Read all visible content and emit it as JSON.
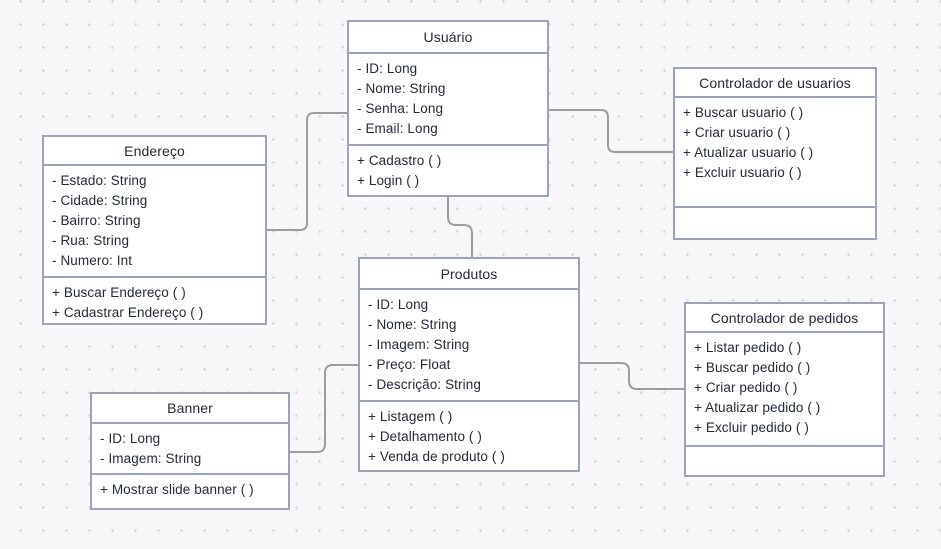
{
  "diagram": {
    "colors": {
      "background": "#f7f7f9",
      "dot_grid": "#d9dade",
      "box_fill": "#ffffff",
      "box_border": "#9aa3b8",
      "connector": "#9a9ca0",
      "text": "#232a38"
    },
    "classes": [
      {
        "id": "usuario",
        "title": "Usuário",
        "attributes": [
          "- ID: Long",
          "- Nome: String",
          "- Senha: Long",
          "- Email: Long"
        ],
        "methods": [
          "+ Cadastro ( )",
          "+ Login ( )"
        ]
      },
      {
        "id": "endereco",
        "title": "Endereço",
        "attributes": [
          "- Estado: String",
          "- Cidade: String",
          "- Bairro: String",
          "- Rua: String",
          "- Numero: Int"
        ],
        "methods": [
          "+ Buscar Endereço ( )",
          "+ Cadastrar Endereço ( )"
        ]
      },
      {
        "id": "controlador-usuarios",
        "title": "Controlador de usuarios",
        "attributes": [],
        "methods": [
          "+ Buscar usuario ( )",
          "+ Criar usuario ( )",
          "+ Atualizar usuario ( )",
          "+ Excluir usuario ( )"
        ]
      },
      {
        "id": "produtos",
        "title": "Produtos",
        "attributes": [
          "- ID: Long",
          "- Nome: String",
          "- Imagem: String",
          "- Preço: Float",
          "- Descrição: String"
        ],
        "methods": [
          "+ Listagem ( )",
          "+ Detalhamento ( )",
          "+ Venda de produto ( )"
        ]
      },
      {
        "id": "controlador-pedidos",
        "title": "Controlador de pedidos",
        "attributes": [],
        "methods": [
          "+ Listar pedido ( )",
          "+ Buscar pedido ( )",
          "+ Criar pedido ( )",
          "+ Atualizar pedido ( )",
          "+ Excluir pedido ( )"
        ]
      },
      {
        "id": "banner",
        "title": "Banner",
        "attributes": [
          "- ID: Long",
          "- Imagem: String"
        ],
        "methods": [
          "+ Mostrar slide banner ( )"
        ]
      }
    ],
    "connections": [
      {
        "from": "endereco",
        "to": "usuario"
      },
      {
        "from": "usuario",
        "to": "controlador-usuarios"
      },
      {
        "from": "usuario",
        "to": "produtos"
      },
      {
        "from": "banner",
        "to": "produtos"
      },
      {
        "from": "produtos",
        "to": "controlador-pedidos"
      }
    ]
  }
}
